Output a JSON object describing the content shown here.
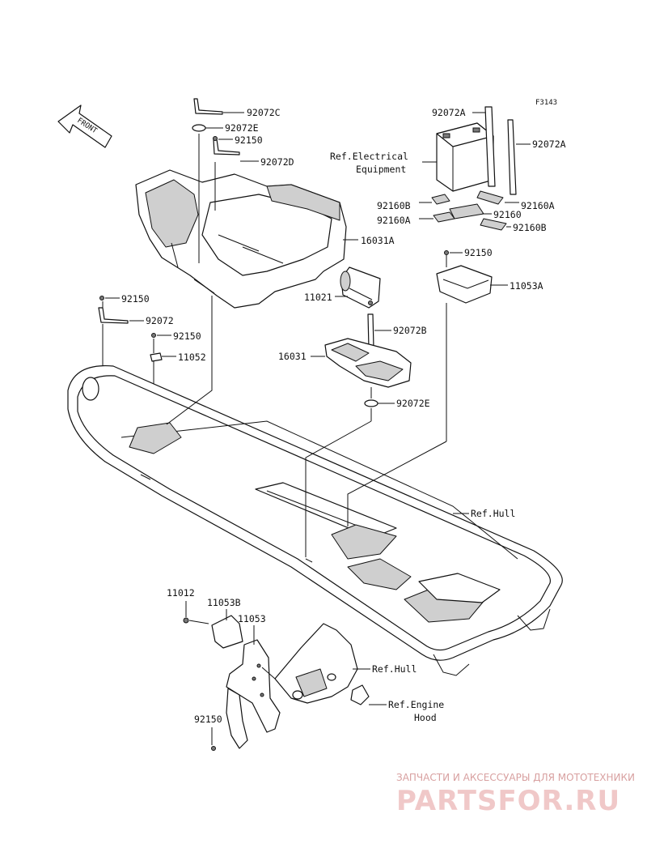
{
  "figure_code": "F3143",
  "front_arrow_label": "FRONT",
  "labels": {
    "p92072C": "92072C",
    "p92072E_top": "92072E",
    "p92150_top": "92150",
    "p92072D": "92072D",
    "p16031A": "16031A",
    "p92150_left": "92150",
    "p92072": "92072",
    "p92150_left2": "92150",
    "p11052": "11052",
    "p11021": "11021",
    "p92072B": "92072B",
    "p16031": "16031",
    "p92072E_mid": "92072E",
    "p92072A_left": "92072A",
    "p92072A_right": "92072A",
    "ref_electrical_1": "Ref.Electrical",
    "ref_electrical_2": "Equipment",
    "p92160B_left": "92160B",
    "p92160A_right": "92160A",
    "p92160": "92160",
    "p92160A_left": "92160A",
    "p92160B_right": "92160B",
    "p92150_right": "92150",
    "p11053A": "11053A",
    "ref_hull_1": "Ref.Hull",
    "p11012": "11012",
    "p11053B": "11053B",
    "p11053": "11053",
    "ref_hull_2": "Ref.Hull",
    "ref_engine_1": "Ref.Engine",
    "ref_engine_2": "Hood",
    "p92150_bottom": "92150"
  },
  "watermark": {
    "top": "ЗАПЧАСТИ И АКСЕССУАРЫ ДЛЯ МОТОТЕХНИКИ",
    "brand": "PARTSFOR.RU"
  }
}
